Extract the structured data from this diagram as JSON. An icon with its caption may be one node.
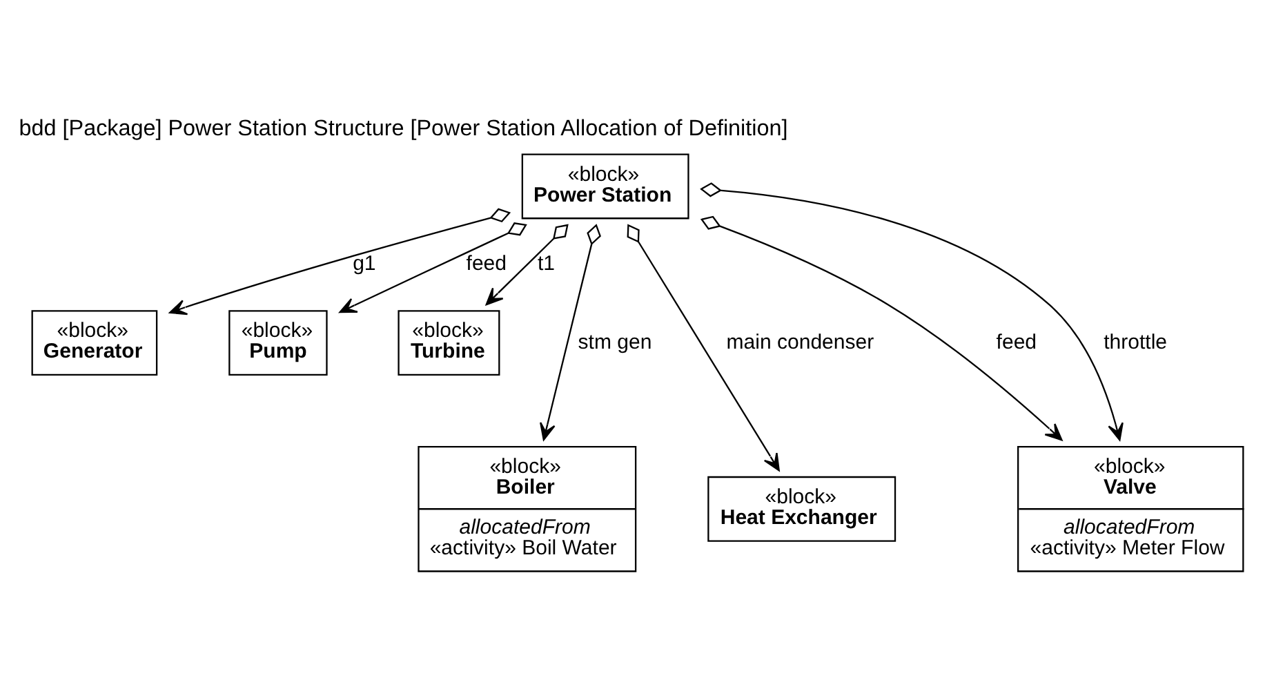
{
  "diagram": {
    "title": "bdd [Package] Power Station Structure [Power Station Allocation of Definition]",
    "nodes": [
      {
        "text": [
          "«block»",
          "Power Station"
        ]
      },
      {
        "text": [
          "«block»",
          "Generator"
        ]
      },
      {
        "text": [
          "«block»",
          "Pump"
        ]
      },
      {
        "text": [
          "«block»",
          "Turbine"
        ]
      },
      {
        "text": [
          "«block»",
          "Boiler",
          "allocatedFrom",
          "«activity» Boil Water"
        ]
      },
      {
        "text": [
          "«block»",
          "Heat Exchanger"
        ]
      },
      {
        "text": [
          "«block»",
          "Valve",
          "allocatedFrom",
          "«activity» Meter Flow"
        ]
      }
    ],
    "edges": [
      {
        "from": 0,
        "to": 1,
        "arrow": "to",
        "label": "g1"
      },
      {
        "from": 0,
        "to": 2,
        "arrow": "to",
        "label": "feed"
      },
      {
        "from": 0,
        "to": 3,
        "arrow": "to",
        "label": "t1"
      },
      {
        "from": 0,
        "to": 4,
        "arrow": "to",
        "label": "stm gen"
      },
      {
        "from": 0,
        "to": 5,
        "arrow": "to",
        "label": "main condenser"
      },
      {
        "from": 0,
        "to": 6,
        "arrow": "to",
        "label": "feed"
      },
      {
        "from": 0,
        "to": 6,
        "arrow": "to",
        "label": "throttle"
      }
    ]
  }
}
